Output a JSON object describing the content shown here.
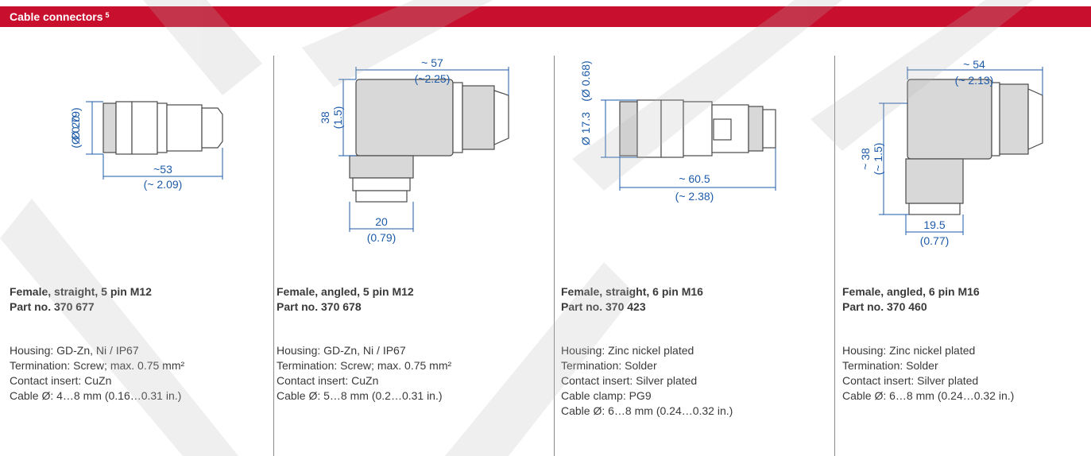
{
  "header": {
    "title": "Cable connectors",
    "footnote": "5",
    "color": "#c8102e"
  },
  "dimension_color": "#1d5ba8",
  "products": [
    {
      "name": "Female, straight, 5 pin M12",
      "part_no": "Part no. 370 677",
      "specs": [
        "Housing: GD-Zn, Ni / IP67",
        "Termination: Screw; max. 0.75 mm²",
        "Contact insert: CuZn",
        "Cable Ø: 4…8 mm (0.16…0.31 in.)"
      ],
      "dims": {
        "d1": "Ø 20",
        "d1b": "(Ø 0.79)",
        "w1": "~53",
        "w1b": "(~ 2.09)"
      }
    },
    {
      "name": "Female, angled, 5 pin M12",
      "part_no": "Part no. 370 678",
      "specs": [
        "Housing: GD-Zn, Ni / IP67",
        "Termination: Screw; max. 0.75 mm²",
        "Contact insert: CuZn",
        "Cable Ø: 5…8 mm (0.2…0.31 in.)"
      ],
      "dims": {
        "w1": "~ 57",
        "w1b": "(~2.25)",
        "h1": "38",
        "h1b": "(1.5)",
        "w2": "20",
        "w2b": "(0.79)"
      }
    },
    {
      "name": "Female, straight, 6 pin M16",
      "part_no": "Part no. 370 423",
      "specs": [
        "Housing: Zinc nickel plated",
        "Termination: Solder",
        "Contact insert: Silver plated",
        "Cable clamp: PG9",
        "Cable Ø: 6…8 mm (0.24…0.32 in.)"
      ],
      "dims": {
        "d1": "Ø 17.3",
        "d1b": "(Ø 0.68)",
        "w1": "~ 60.5",
        "w1b": "(~ 2.38)"
      }
    },
    {
      "name": "Female, angled, 6 pin M16",
      "part_no": "Part no. 370 460",
      "specs": [
        "Housing: Zinc nickel plated",
        "Termination: Solder",
        "Contact insert: Silver plated",
        "Cable Ø: 6…8 mm (0.24…0.32 in.)"
      ],
      "dims": {
        "w1": "~ 54",
        "w1b": "(~ 2.13)",
        "h1": "~ 38",
        "h1b": "(~ 1.5)",
        "w2": "19.5",
        "w2b": "(0.77)"
      }
    }
  ]
}
